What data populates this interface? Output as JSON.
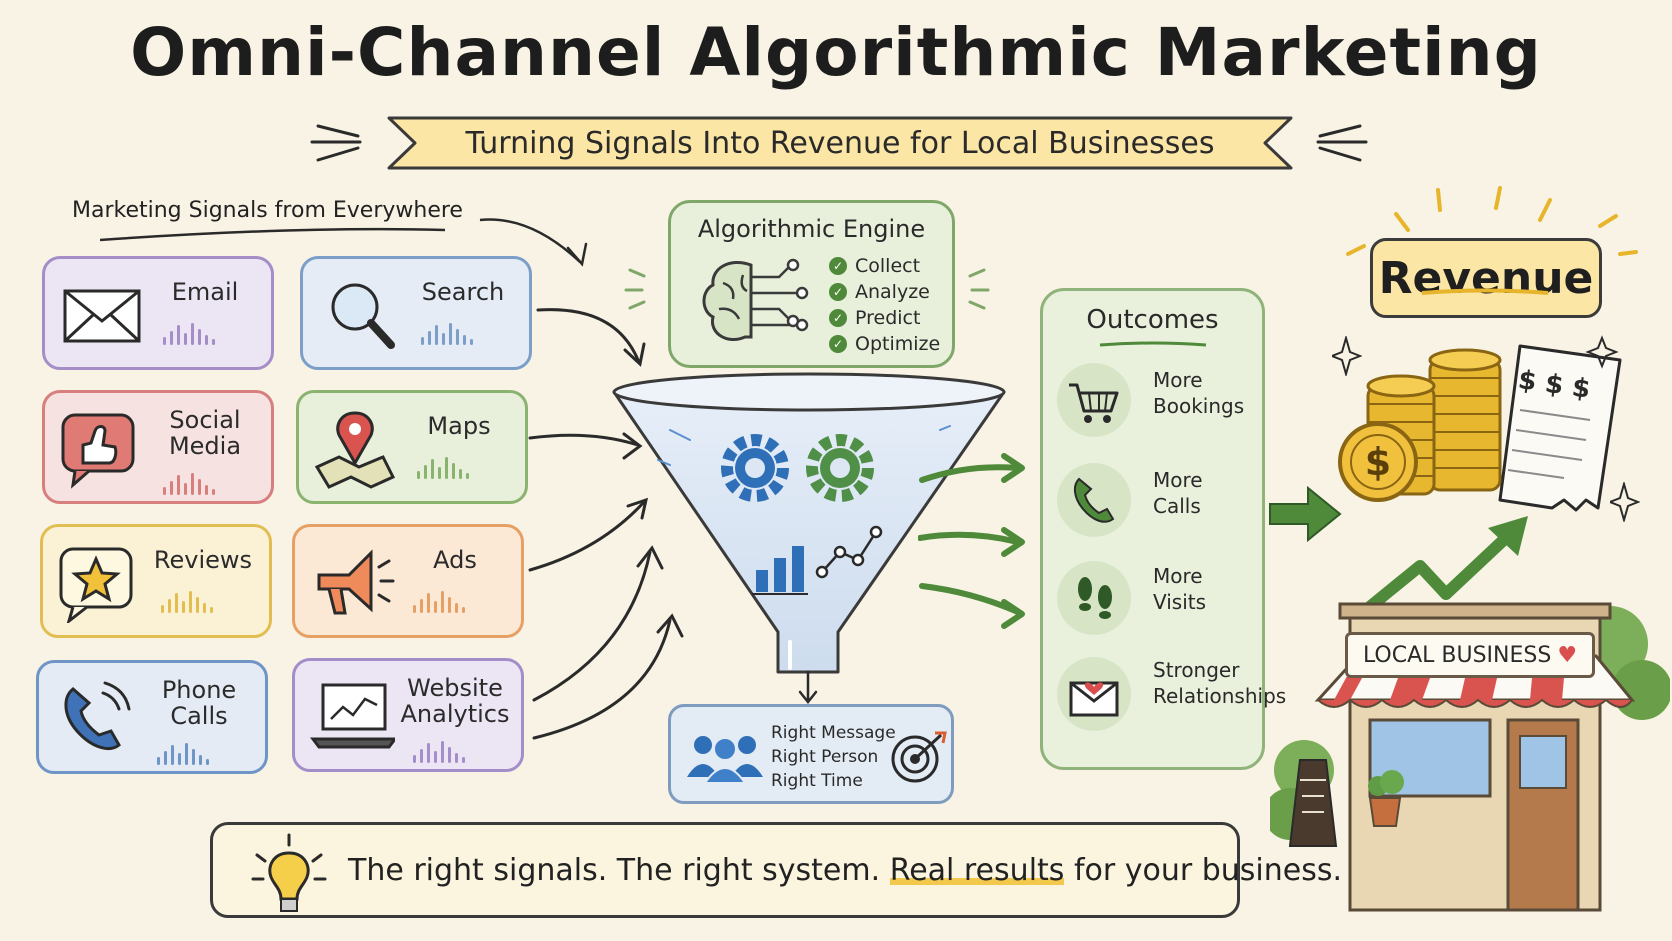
{
  "title": "Omni-Channel Algorithmic Marketing",
  "subtitle": "Turning Signals Into Revenue for Local Businesses",
  "signals_label": "Marketing Signals from Everywhere",
  "signals": [
    {
      "label": "Email",
      "icon": "envelope-icon",
      "color": "#a58dc7"
    },
    {
      "label": "Search",
      "icon": "magnifier-icon",
      "color": "#7c9fc9"
    },
    {
      "label": "Social Media",
      "icon": "thumbs-up-icon",
      "color": "#d77f7f"
    },
    {
      "label": "Maps",
      "icon": "map-pin-icon",
      "color": "#8ab36f"
    },
    {
      "label": "Reviews",
      "icon": "star-icon",
      "color": "#e2be52"
    },
    {
      "label": "Ads",
      "icon": "megaphone-icon",
      "color": "#e6a064"
    },
    {
      "label": "Phone Calls",
      "icon": "phone-icon",
      "color": "#6f95c6"
    },
    {
      "label": "Website Analytics",
      "icon": "laptop-chart-icon",
      "color": "#a48ec9"
    }
  ],
  "engine": {
    "title": "Algorithmic Engine",
    "steps": [
      "Collect",
      "Analyze",
      "Predict",
      "Optimize"
    ]
  },
  "targeting": {
    "lines": [
      "Right Message",
      "Right Person",
      "Right Time"
    ]
  },
  "outcomes": {
    "title": "Outcomes",
    "items": [
      {
        "line1": "More",
        "line2": "Bookings",
        "icon": "cart-icon"
      },
      {
        "line1": "More",
        "line2": "Calls",
        "icon": "phone-icon"
      },
      {
        "line1": "More",
        "line2": "Visits",
        "icon": "footprints-icon"
      },
      {
        "line1": "Stronger",
        "line2": "Relationships",
        "icon": "heart-envelope-icon"
      }
    ]
  },
  "revenue": {
    "label": "Revenue",
    "receipt_text": "$ $ $",
    "coin_symbol": "$"
  },
  "store": {
    "sign": "LOCAL BUSINESS"
  },
  "tagline": {
    "before": "The right signals. The right system.",
    "highlight": "Real results",
    "after": "for your business."
  },
  "colors": {
    "background": "#f8f3e4",
    "engine_green": "#7fa76a",
    "arrow_green": "#4e8a3a",
    "gear_blue": "#2f6fb7",
    "gear_green": "#4f8f48"
  }
}
